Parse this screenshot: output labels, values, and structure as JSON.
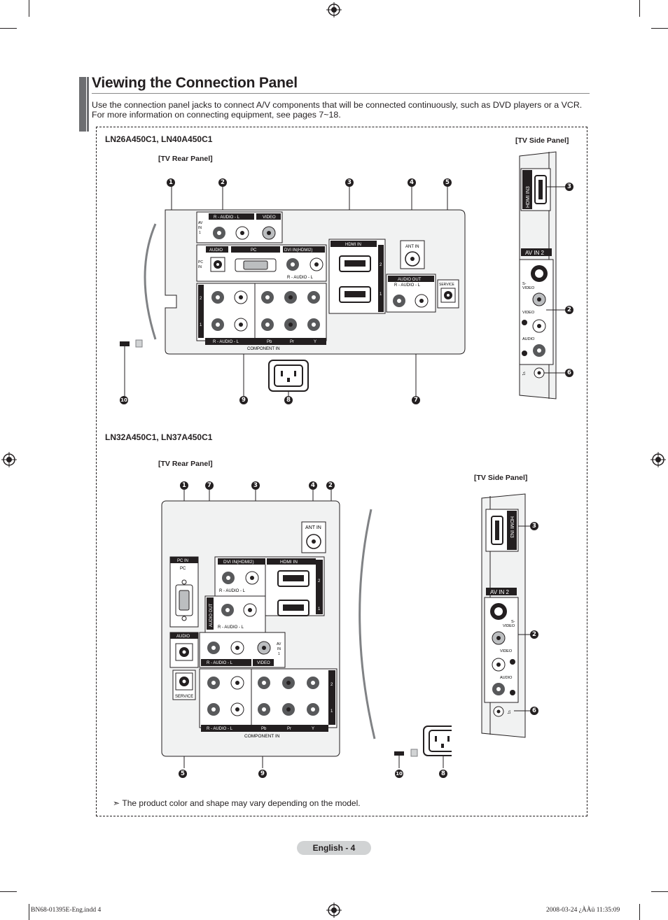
{
  "title": "Viewing the Connection Panel",
  "intro": "Use the connection panel jacks to connect A/V components that will be connected continuously, such as DVD players or a VCR. For more information on connecting equipment, see pages 7~18.",
  "section1": {
    "model": "LN26A450C1, LN40A450C1",
    "rear_label": "[TV Rear Panel]",
    "side_label": "[TV Side Panel]",
    "rear": {
      "av_in": "AV IN 1",
      "audio_rl": "R - AUDIO - L",
      "video": "VIDEO",
      "pc_in": "PC IN",
      "audio": "AUDIO",
      "pc": "PC",
      "dvi": "DVI IN(HDMI2)",
      "hdmi_in": "HDMI IN",
      "ant_in": "ANT IN",
      "audio_out": "AUDIO OUT",
      "service": "SERVICE",
      "component_in": "COMPONENT IN",
      "pb": "Pb",
      "pr": "Pr",
      "y": "Y"
    },
    "side": {
      "hdmi_in3": "HDMI IN3",
      "av_in2": "AV IN 2",
      "s_video": "S-VIDEO",
      "video": "VIDEO",
      "audio": "AUDIO"
    },
    "callouts": [
      "1",
      "2",
      "3",
      "4",
      "5",
      "3",
      "2",
      "6",
      "10",
      "9",
      "8",
      "7"
    ]
  },
  "section2": {
    "model": "LN32A450C1, LN37A450C1",
    "rear_label": "[TV Rear Panel]",
    "side_label": "[TV Side Panel]",
    "callouts": [
      "1",
      "7",
      "3",
      "4",
      "2",
      "3",
      "2",
      "6",
      "5",
      "9",
      "10",
      "8"
    ]
  },
  "note": "The product color and shape may vary depending on the model.",
  "page_label": "English - 4",
  "slug_left": "BN68-01395E-Eng.indd   4",
  "slug_right": "2008-03-24   ¿ÀÀü 11:35:09"
}
